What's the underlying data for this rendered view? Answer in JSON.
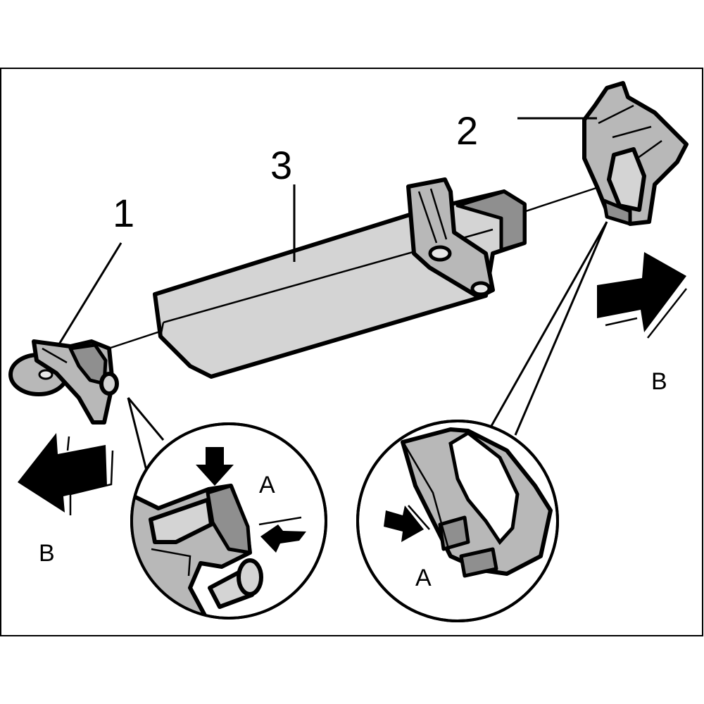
{
  "labels": {
    "part_1": "1",
    "part_2": "2",
    "part_3": "3",
    "arrow_b_left": "B",
    "arrow_b_right": "B",
    "detail_a_left": "A",
    "detail_a_right": "A"
  },
  "colors": {
    "part_fill": "#b8b8b8",
    "part_light": "#d4d4d4",
    "part_dark": "#8f8f8f",
    "outline": "#000000"
  }
}
